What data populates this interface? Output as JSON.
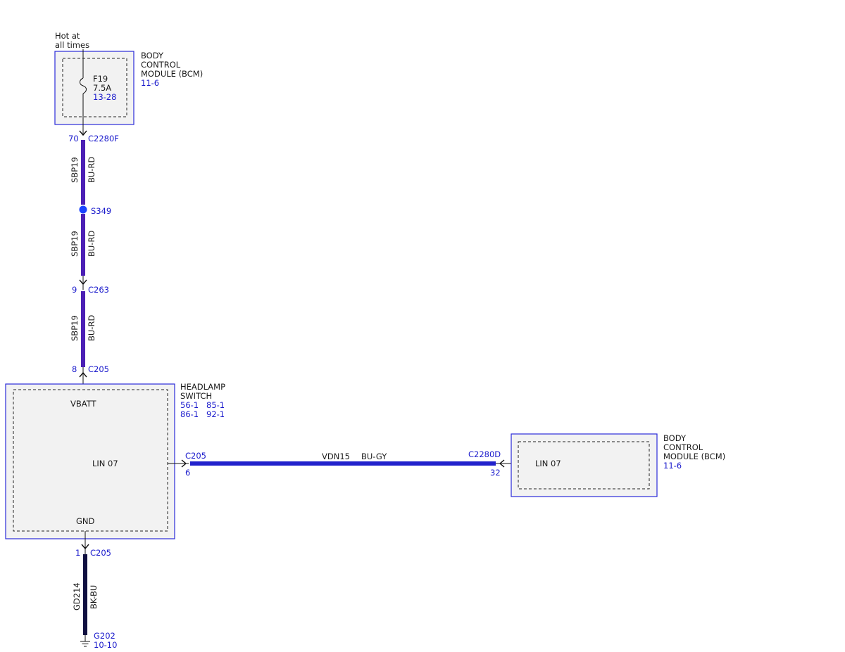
{
  "colors": {
    "box_outline": "#2b2bd9",
    "box_fill": "#f2f2f2",
    "wire_bu_rd": "#4b1fb5",
    "wire_bu_gy": "#2222cc",
    "wire_bk_bu": "#101040",
    "splice": "#1a44ff",
    "reference_text": "#1a1acc",
    "text": "#1a1a1a"
  },
  "power_source": {
    "line1": "Hot at",
    "line2": "all times"
  },
  "bcm_top": {
    "name_lines": [
      "BODY",
      "CONTROL",
      "MODULE (BCM)"
    ],
    "ref": "11-6",
    "fuse": {
      "id": "F19",
      "rating": "7.5A",
      "ref": "13-28"
    }
  },
  "connectors": {
    "c2280f": {
      "pin": "70",
      "name": "C2280F"
    },
    "s349": {
      "name": "S349"
    },
    "c263": {
      "pin": "9",
      "name": "C263"
    },
    "c205_top": {
      "pin": "8",
      "name": "C205"
    },
    "c205_right": {
      "pin": "6",
      "name": "C205"
    },
    "c2280d": {
      "pin": "32",
      "name": "C2280D"
    },
    "c205_bottom": {
      "pin": "1",
      "name": "C205"
    },
    "g202": {
      "name": "G202",
      "ref": "10-10"
    }
  },
  "wires": {
    "seg1": {
      "circuit": "SBP19",
      "color": "BU-RD"
    },
    "seg2": {
      "circuit": "SBP19",
      "color": "BU-RD"
    },
    "seg3": {
      "circuit": "SBP19",
      "color": "BU-RD"
    },
    "lin": {
      "circuit": "VDN15",
      "color": "BU-GY"
    },
    "ground": {
      "circuit": "GD214",
      "color": "BK-BU"
    }
  },
  "headlamp_switch": {
    "name_lines": [
      "HEADLAMP",
      "SWITCH"
    ],
    "refs": [
      "56-1",
      "85-1",
      "86-1",
      "92-1"
    ],
    "pins": {
      "vbatt": "VBATT",
      "lin": "LIN 07",
      "gnd": "GND"
    }
  },
  "bcm_right": {
    "name_lines": [
      "BODY",
      "CONTROL",
      "MODULE (BCM)"
    ],
    "ref": "11-6",
    "pin_label": "LIN 07"
  }
}
